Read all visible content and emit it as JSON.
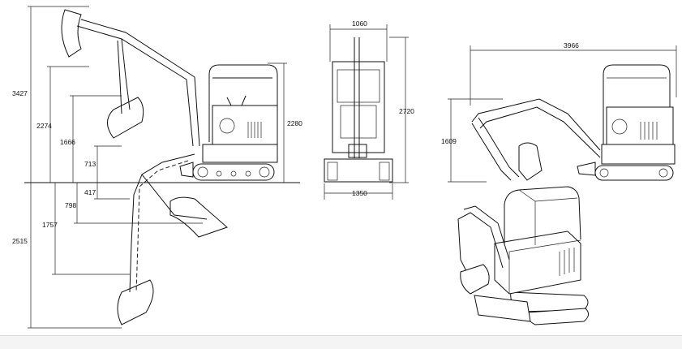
{
  "side_view": {
    "dims": {
      "overall_height": "3427",
      "max_dig_reach_height": "2274",
      "dump_height": "1666",
      "d713": "713",
      "d417": "417",
      "d798": "798",
      "dig_depth": "1757",
      "max_depth": "2515",
      "cab_height": "2280"
    }
  },
  "front_view": {
    "dims": {
      "track_width_top": "1060",
      "overall_height": "2720",
      "width": "1350"
    }
  },
  "transport_view": {
    "dims": {
      "length": "3966",
      "height": "1609"
    }
  }
}
